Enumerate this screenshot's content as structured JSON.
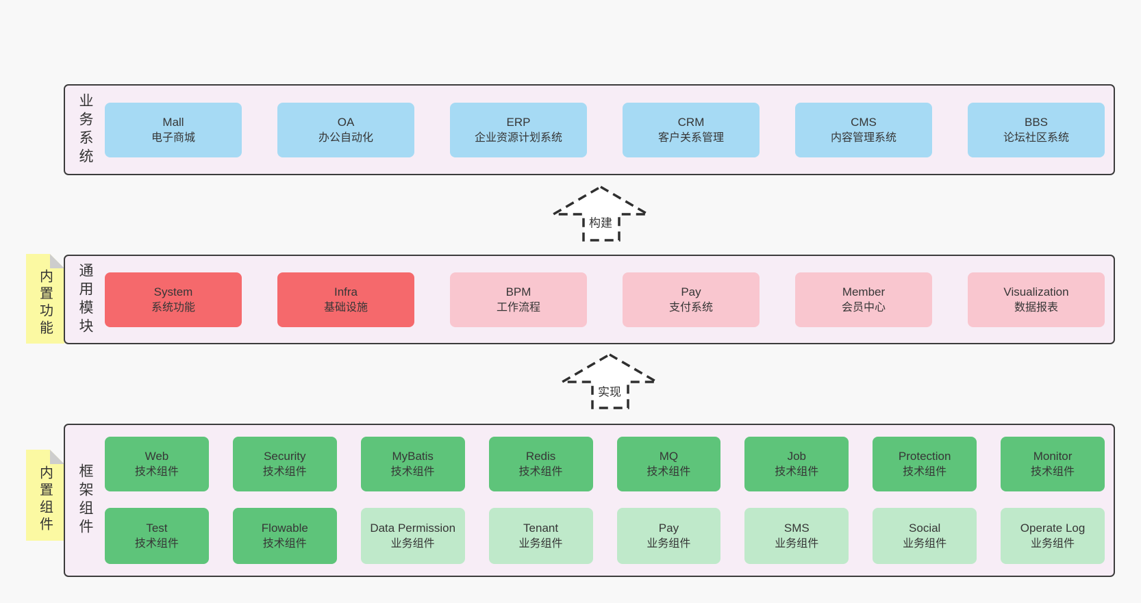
{
  "palette": {
    "page_bg": "#f8f8f8",
    "panel_bg": "#f7edf6",
    "panel_border": "#3c3c3c",
    "blue_box": "#a6daf4",
    "red_box": "#f5696c",
    "pink_box": "#f9c6cf",
    "green_box": "#5ec47a",
    "light_green_box": "#bfe9ca",
    "sticky_note": "#fbf9a2",
    "note_fold": "#cdcdcd",
    "text": "#363636"
  },
  "layers": {
    "business": {
      "side_label": "业务系统",
      "boxes": [
        {
          "name": "Mall",
          "desc": "电子商城"
        },
        {
          "name": "OA",
          "desc": "办公自动化"
        },
        {
          "name": "ERP",
          "desc": "企业资源计划系统"
        },
        {
          "name": "CRM",
          "desc": "客户关系管理"
        },
        {
          "name": "CMS",
          "desc": "内容管理系统"
        },
        {
          "name": "BBS",
          "desc": "论坛社区系统"
        }
      ]
    },
    "modules": {
      "side_label": "通用模块",
      "note": "内置功能",
      "boxes": [
        {
          "name": "System",
          "desc": "系统功能"
        },
        {
          "name": "Infra",
          "desc": "基础设施"
        },
        {
          "name": "BPM",
          "desc": "工作流程"
        },
        {
          "name": "Pay",
          "desc": "支付系统"
        },
        {
          "name": "Member",
          "desc": "会员中心"
        },
        {
          "name": "Visualization",
          "desc": "数据报表"
        }
      ]
    },
    "components": {
      "side_label": "框架组件",
      "note": "内置组件",
      "row1": [
        {
          "name": "Web",
          "desc": "技术组件"
        },
        {
          "name": "Security",
          "desc": "技术组件"
        },
        {
          "name": "MyBatis",
          "desc": "技术组件"
        },
        {
          "name": "Redis",
          "desc": "技术组件"
        },
        {
          "name": "MQ",
          "desc": "技术组件"
        },
        {
          "name": "Job",
          "desc": "技术组件"
        },
        {
          "name": "Protection",
          "desc": "技术组件"
        },
        {
          "name": "Monitor",
          "desc": "技术组件"
        }
      ],
      "row2": [
        {
          "name": "Test",
          "desc": "技术组件"
        },
        {
          "name": "Flowable",
          "desc": "技术组件"
        },
        {
          "name": "Data Permission",
          "desc": "业务组件"
        },
        {
          "name": "Tenant",
          "desc": "业务组件"
        },
        {
          "name": "Pay",
          "desc": "业务组件"
        },
        {
          "name": "SMS",
          "desc": "业务组件"
        },
        {
          "name": "Social",
          "desc": "业务组件"
        },
        {
          "name": "Operate Log",
          "desc": "业务组件"
        }
      ]
    }
  },
  "arrows": {
    "build": "构建",
    "implement": "实现"
  }
}
